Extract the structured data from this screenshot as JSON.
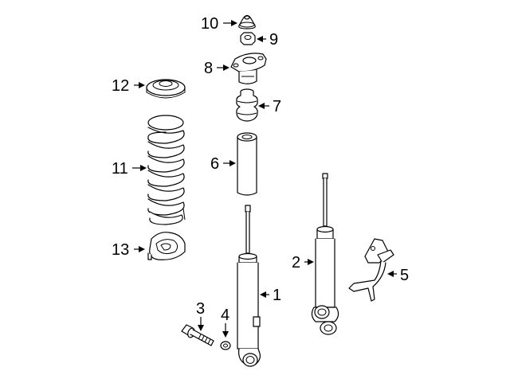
{
  "diagram": {
    "callouts": [
      {
        "id": "1",
        "label": "1"
      },
      {
        "id": "2",
        "label": "2"
      },
      {
        "id": "3",
        "label": "3"
      },
      {
        "id": "4",
        "label": "4"
      },
      {
        "id": "5",
        "label": "5"
      },
      {
        "id": "6",
        "label": "6"
      },
      {
        "id": "7",
        "label": "7"
      },
      {
        "id": "8",
        "label": "8"
      },
      {
        "id": "9",
        "label": "9"
      },
      {
        "id": "10",
        "label": "10"
      },
      {
        "id": "11",
        "label": "11"
      },
      {
        "id": "12",
        "label": "12"
      },
      {
        "id": "13",
        "label": "13"
      }
    ],
    "colors": {
      "line": "#000000",
      "background": "#ffffff"
    }
  }
}
